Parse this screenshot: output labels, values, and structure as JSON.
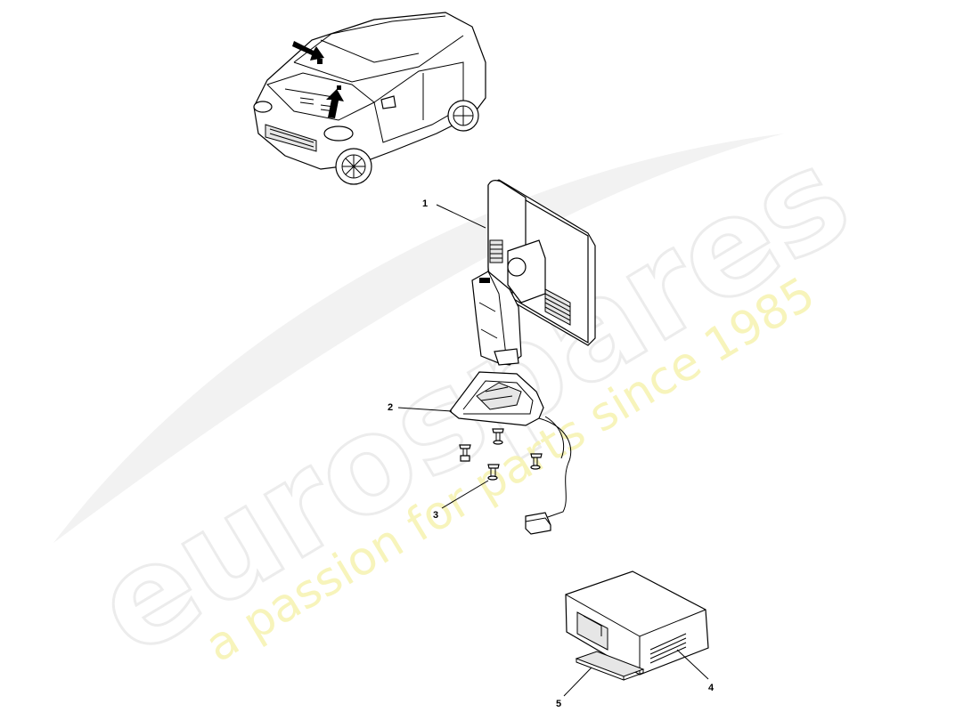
{
  "watermark": {
    "brand": "eurospares",
    "tagline": "a passion for parts since 1985"
  },
  "callouts": [
    {
      "number": "1"
    },
    {
      "number": "2"
    },
    {
      "number": "3"
    },
    {
      "number": "4"
    },
    {
      "number": "5"
    }
  ],
  "parts": [
    {
      "icon": "car-location-view"
    },
    {
      "icon": "sat-nav-display-unit"
    },
    {
      "icon": "mounting-bracket-with-cable"
    },
    {
      "icon": "screws"
    },
    {
      "icon": "control-module-box"
    },
    {
      "icon": "adhesive-pad"
    }
  ],
  "colors": {
    "line": "#000000",
    "watermark_text": "#f6f3b0",
    "watermark_outline": "#ececec"
  }
}
